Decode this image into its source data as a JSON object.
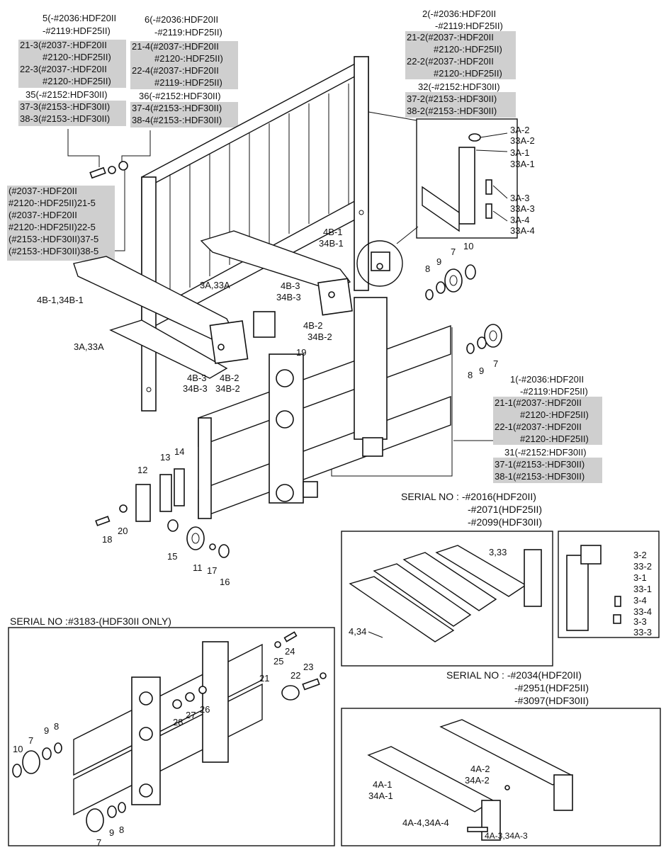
{
  "notes": {
    "n5": [
      "5(-#2036:HDF20II",
      "-#2119:HDF25II)"
    ],
    "n5h": [
      "21-3(#2037-:HDF20II",
      "#2120-:HDF25II)",
      "22-3(#2037-:HDF20II",
      "#2120-:HDF25II)"
    ],
    "n35": "35(-#2152:HDF30II)",
    "n35h": [
      "37-3(#2153-:HDF30II)",
      "38-3(#2153-:HDF30II)"
    ],
    "n6": [
      "6(-#2036:HDF20II",
      "-#2119:HDF25II)"
    ],
    "n6h": [
      "21-4(#2037-:HDF20II",
      "#2120-:HDF25II)",
      "22-4(#2037-:HDF20II",
      "#2119-:HDF25II)"
    ],
    "n36": "36(-#2152:HDF30II)",
    "n36h": [
      "37-4(#2153-:HDF30II)",
      "38-4(#2153-:HDF30II)"
    ],
    "n2": [
      "2(-#2036:HDF20II",
      "-#2119:HDF25II)"
    ],
    "n2h": [
      "21-2(#2037-:HDF20II",
      "#2120-:HDF25II)",
      "22-2(#2037-:HDF20II",
      "#2120-:HDF25II)"
    ],
    "n32": "32(-#2152:HDF30II)",
    "n32h": [
      "37-2(#2153-:HDF30II)",
      "38-2(#2153-:HDF30II)"
    ],
    "nleft": [
      "(#2037-:HDF20II",
      "#2120-:HDF25II)21-5",
      "(#2037-:HDF20II",
      "#2120-:HDF25II)22-5",
      "(#2153-:HDF30II)37-5",
      "(#2153-:HDF30II)38-5"
    ],
    "n1": [
      "1(-#2036:HDF20II",
      "-#2119:HDF25II)"
    ],
    "n1h": [
      "21-1(#2037-:HDF20II",
      "#2120-:HDF25II)",
      "22-1(#2037-:HDF20II",
      "#2120-:HDF25II)"
    ],
    "n31": "31(-#2152:HDF30II)",
    "n31h": [
      "37-1(#2153-:HDF30II)",
      "38-1(#2153-:HDF30II)"
    ]
  },
  "callouts": {
    "c3a2": [
      "3A-2",
      "33A-2"
    ],
    "c3a1": [
      "3A-1",
      "33A-1"
    ],
    "c3a3": [
      "3A-3",
      "33A-3"
    ],
    "c3a4": [
      "3A-4",
      "33A-4"
    ],
    "c4b1": [
      "4B-1",
      "34B-1"
    ],
    "c4b1l": "4B-1,34B-1",
    "c3a33a_a": "3A,33A",
    "c3a33a_b": "3A,33A",
    "c4b3a": [
      "4B-3",
      "34B-3"
    ],
    "c4b2a": [
      "4B-2",
      "34B-2"
    ],
    "c4b2b": [
      "4B-2",
      "34B-2"
    ],
    "c4b3b": [
      "4B-3",
      "34B-3"
    ],
    "n19": "19",
    "n8a": "8",
    "n9a": "9",
    "n7a": "7",
    "n10a": "10",
    "n8b": "8",
    "n9b": "9",
    "n7b": "7",
    "n12": "12",
    "n13": "13",
    "n14": "14",
    "n20": "20",
    "n18": "18",
    "n15": "15",
    "n11": "11",
    "n17": "17",
    "n16": "16",
    "c333": "3,33",
    "c32": [
      "3-2",
      "33-2"
    ],
    "c31": [
      "3-1",
      "33-1"
    ],
    "c34": [
      "3-4",
      "33-4"
    ],
    "c33": [
      "3-3",
      "33-3"
    ],
    "c434": "4,34",
    "n24": "24",
    "n25": "25",
    "n23": "23",
    "n22": "22",
    "n21": "21",
    "n26": "26",
    "n27": "27",
    "n28": "28",
    "n10c": "10",
    "n7c": "7",
    "n9c": "9",
    "n8c": "8",
    "n7d": "7",
    "n9d": "9",
    "n8d": "8",
    "c4a2": [
      "4A-2",
      "34A-2"
    ],
    "c4a1": [
      "4A-1",
      "34A-1"
    ],
    "c4a4": "4A-4,34A-4",
    "c4a3": "4A-3,34A-3"
  },
  "serials": {
    "s1": [
      "SERIAL NO : -#2016(HDF20II)",
      "-#2071(HDF25II)",
      "-#2099(HDF30II)"
    ],
    "s2": "SERIAL NO :#3183-(HDF30II ONLY)",
    "s3": [
      "SERIAL NO : -#2034(HDF20II)",
      "-#2951(HDF25II)",
      "-#3097(HDF30II)"
    ]
  }
}
